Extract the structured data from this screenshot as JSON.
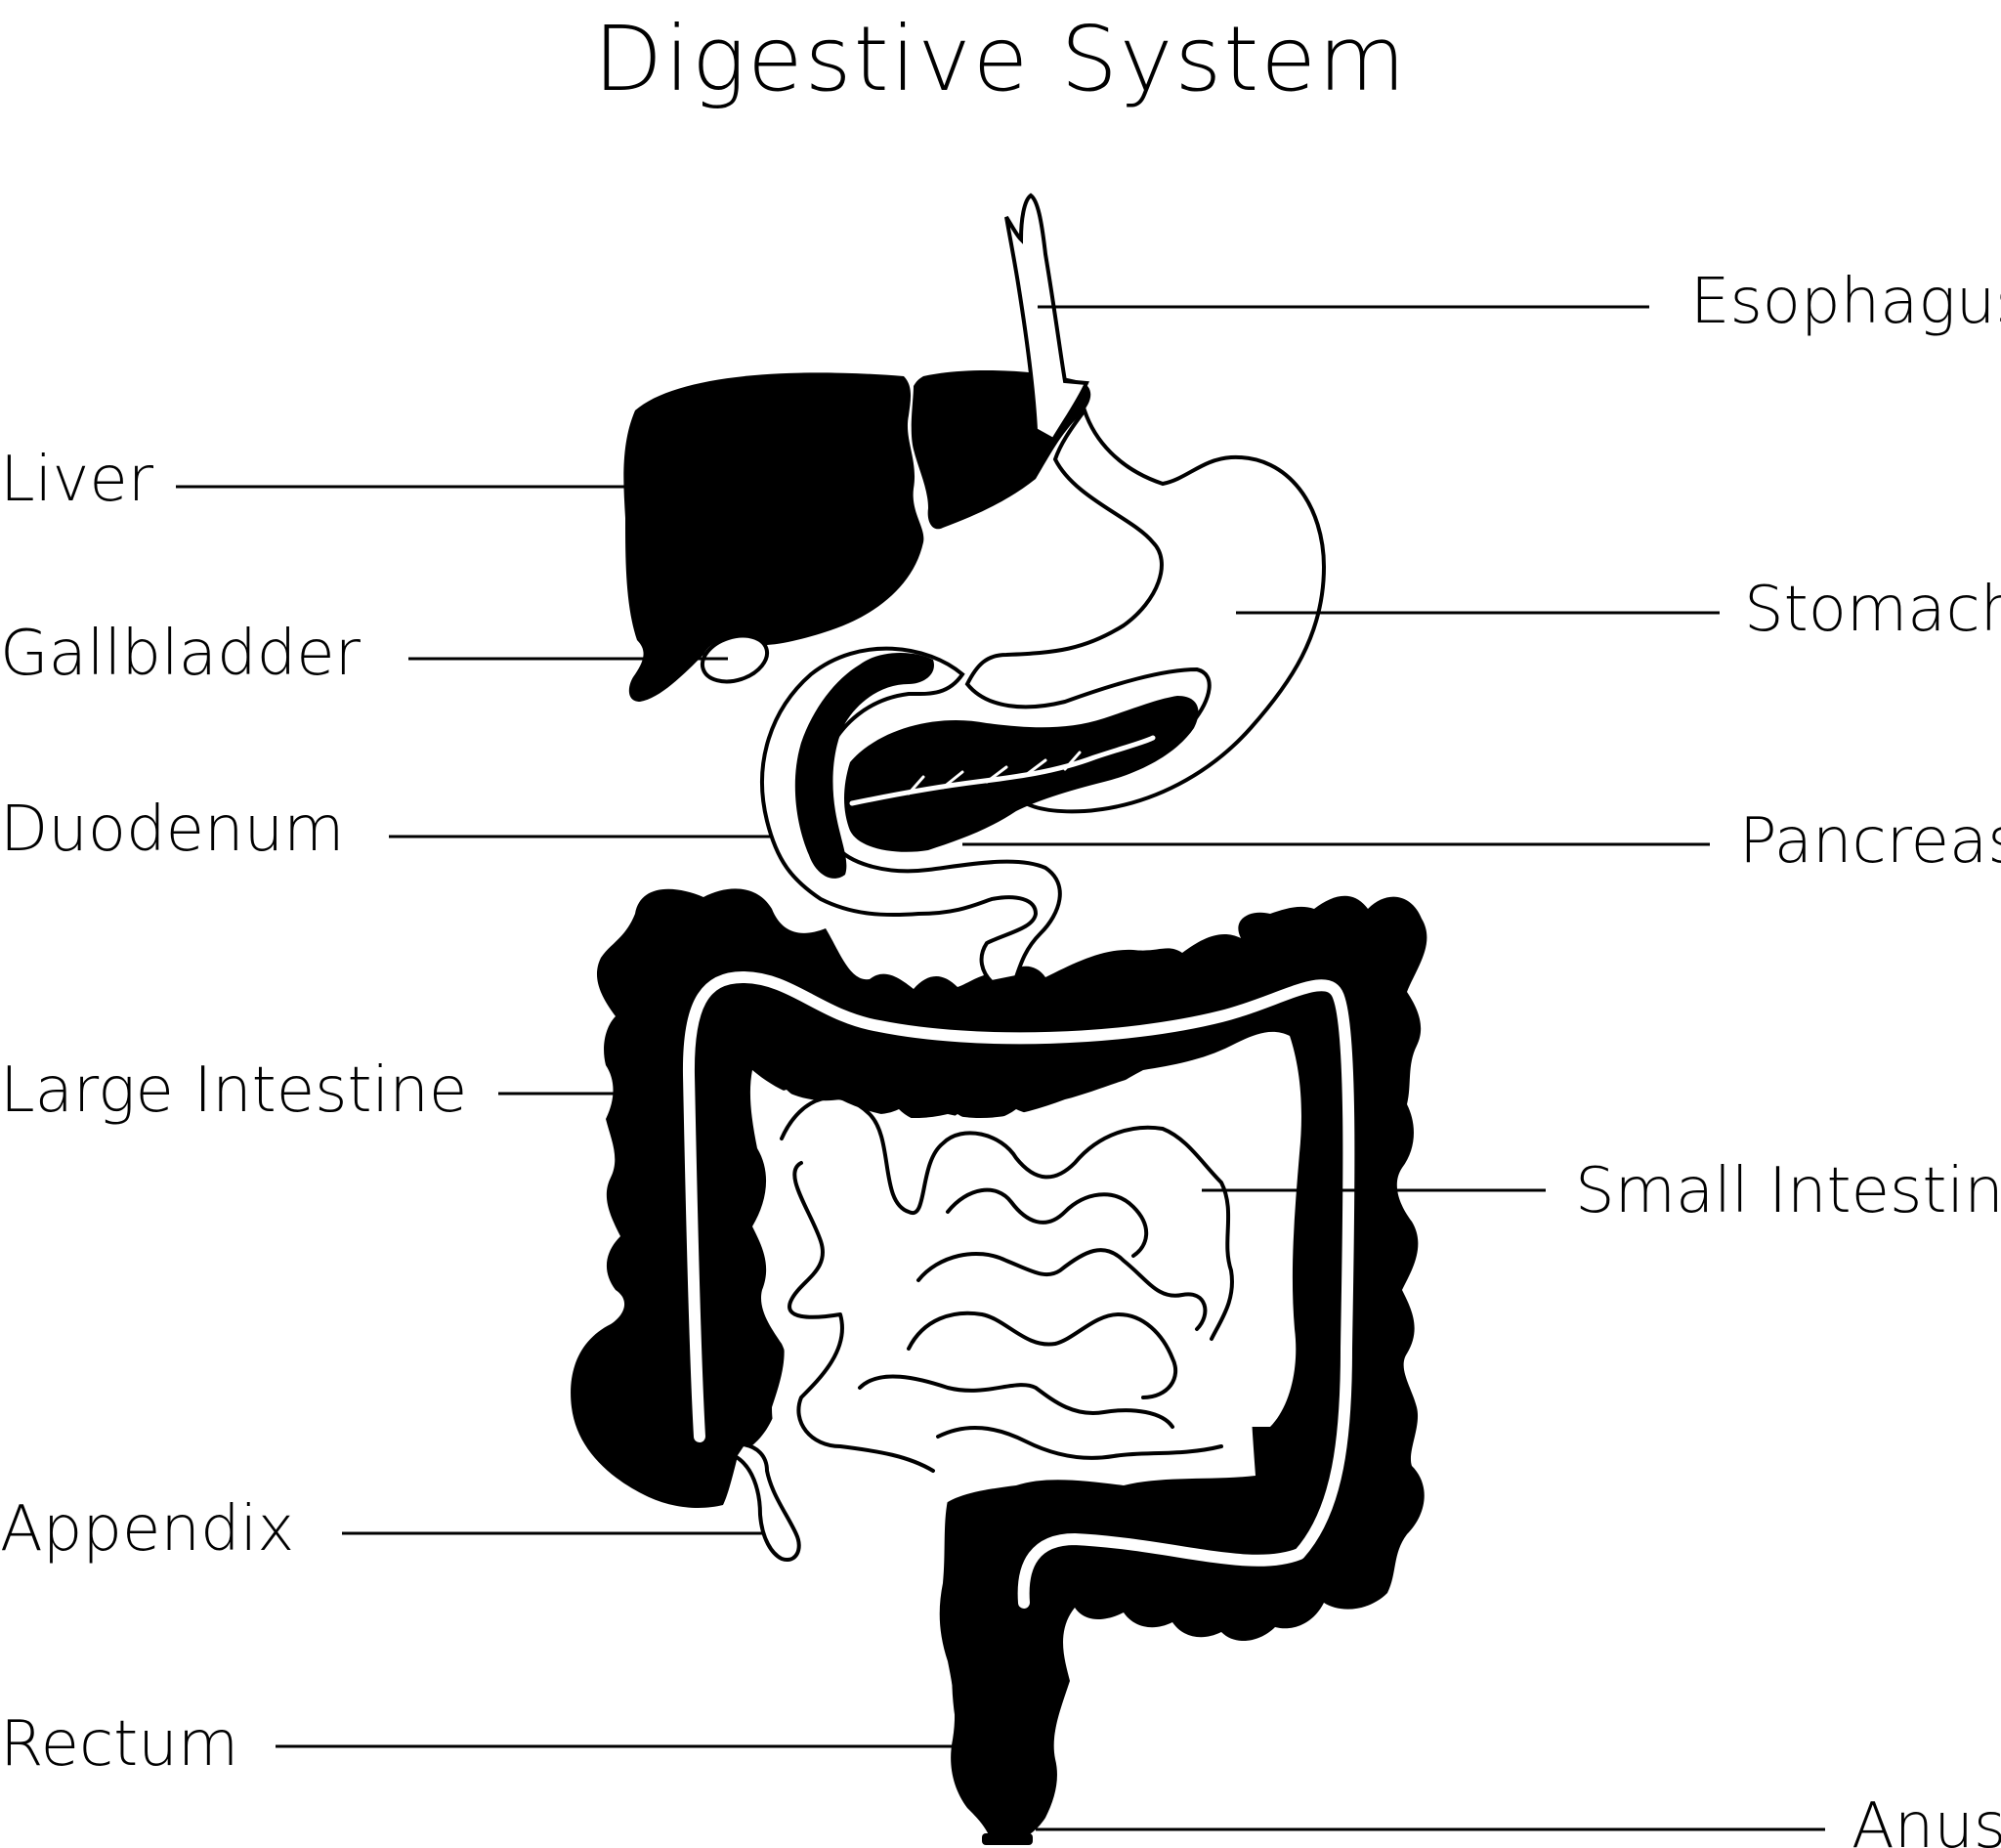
{
  "title": "Digestive System",
  "labels": {
    "esophagus": "Esophagus",
    "liver": "Liver",
    "stomach": "Stomach",
    "gallbladder": "Gallbladder",
    "duodenum": "Duodenum",
    "pancreas": "Pancreas",
    "large_intestine": "Large Intestine",
    "small_intestine": "Small Intestine",
    "appendix": "Appendix",
    "rectum": "Rectum",
    "anus": "Anus"
  },
  "colors": {
    "ink": "#000000",
    "background": "#ffffff"
  }
}
